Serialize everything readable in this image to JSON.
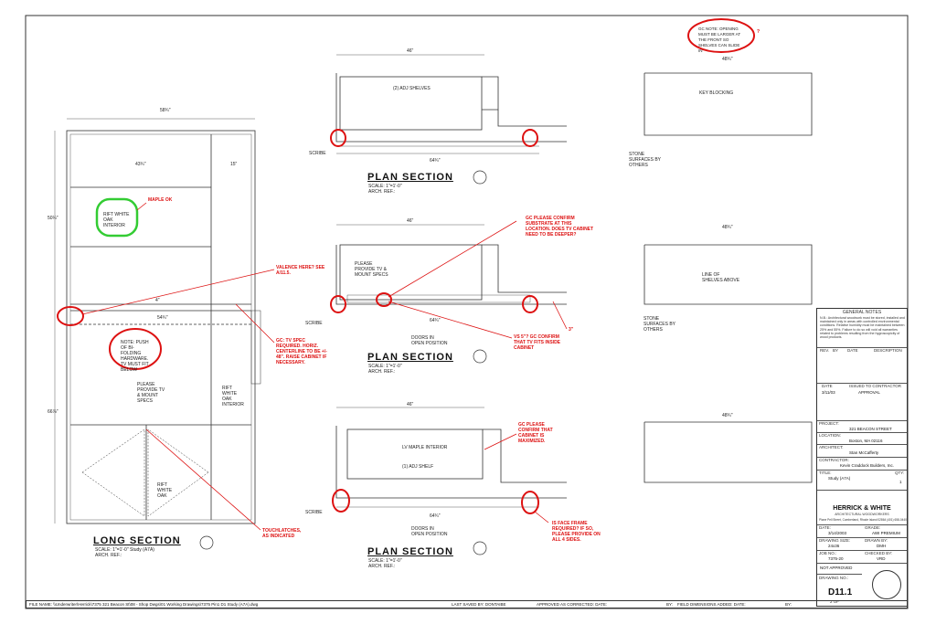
{
  "long_section": {
    "title": "LONG SECTION",
    "scale": "SCALE: 1\"=1'-0\" Study (A7A)",
    "arch_ref": "ARCH. REF.:",
    "dim_top": "58¾\"",
    "dim_left_upper": "50¼\"",
    "dim_left_lower": "66⅞\"",
    "dim_shelf": "43¾\"",
    "dim_right": "15\"",
    "dim_mid": "54¾\"",
    "dim_small": "4\"",
    "note_rift_upper": "RIFT WHITE OAK INTERIOR",
    "note_push": "NOTE: PUSH OF BI-FOLDING HARDWARE. TV MUST FIT BELOW",
    "note_provide": "PLEASE PROVIDE TV & MOUNT SPECS",
    "note_rift_right": "RIFT WHITE OAK INTERIOR",
    "note_rift_bottom": "RIFT WHITE OAK"
  },
  "plan_sections": [
    {
      "title": "PLAN SECTION",
      "scale": "SCALE: 1\"=1'-0\"",
      "arch_ref": "ARCH. REF.:",
      "note": "(2) ADJ SHELVES",
      "note_right1": "KEY BLOCKING",
      "note_right2": "STONE SURFACES BY OTHERS",
      "scribe": "SCRIBE",
      "dim_width": "46\"",
      "dim_total": "64¾\"",
      "dim_right": "48¾\""
    },
    {
      "title": "PLAN SECTION",
      "scale": "SCALE: 1\"=1'-0\"",
      "arch_ref": "ARCH. REF.:",
      "note": "PLEASE PROVIDE TV & MOUNT SPECS",
      "note_doors": "DOORS IN OPEN POSITION",
      "note_right1": "LINE OF SHELVES ABOVE",
      "note_right2": "STONE SURFACES BY OTHERS",
      "scribe": "SCRIBE",
      "dim_width": "46\"",
      "dim_total": "64¾\"",
      "dim_right": "48¾\""
    },
    {
      "title": "PLAN SECTION",
      "scale": "SCALE: 1\"=1'-0\"",
      "arch_ref": "ARCH. REF.:",
      "note": "LV MAPLE INTERIOR",
      "note2": "(1) ADJ SHELF",
      "note_doors": "DOORS IN OPEN POSITION",
      "scribe": "SCRIBE",
      "dim_width": "46\"",
      "dim_total": "64¾\"",
      "dim_right": "48¾\""
    }
  ],
  "annotations": {
    "maple_ok": "MAPLE OK",
    "gc_note_top": "GC NOTE: OPENING MUST BE LARGER AT THE FRONT SO SHELVES CAN SLIDE IN",
    "question": "?",
    "valence": "VALENCE HERE? SEE A/11.5.",
    "gc_tv_spec": "GC: TV SPEC REQUIRED. HORIZ. CENTERLINE TO BE +/- 48\". RAISE CABINET IF NECESSARY.",
    "gc_confirm_substrate": "GC PLEASE CONFIRM SUBSTRATE AT THIS LOCATION. DOES TV CABINET NEED TO BE DEEPER?",
    "gc_confirm_tv": "VS 5\"? GC CONFIRM THAT TV FITS INSIDE CABINET",
    "three_inch": "3\"",
    "gc_maximized": "GC PLEASE CONFIRM THAT CABINET IS MAXIMIZED.",
    "face_frame": "IS FACE FRAME REQUIRED? IF SO, PLEASE PROVIDE ON ALL 4 SIDES.",
    "touchlatches": "TOUCHLATCHES, AS INDICATED"
  },
  "title_block": {
    "general_notes_title": "GENERAL NOTES",
    "general_notes_text": "N.B.: Architectural woodwork must be stored, installed and maintained only in areas with controlled environmental conditions. Relative humidity must be maintained between 25% and 55%. Failure to do so will void all warranties related to problems resulting from the hygroscopicity of wood products.",
    "rev_headers": [
      "REV.",
      "BY",
      "DATE",
      "DESCRIPTION"
    ],
    "issued_date_label": "DATE",
    "issued_label": "ISSUED TO CONTRACTOR",
    "issued_date": "3/11/03",
    "issued_value": "APPROVAL",
    "project_label": "PROJECT:",
    "project": "321 BEACON STREET",
    "location_label": "LOCATION:",
    "location": "Boston, MA 02116",
    "architect_label": "ARCHITECT:",
    "architect": "Stan McCafferty",
    "contractor_label": "CONTRACTOR:",
    "contractor": "Kevin Craddock Builders, Inc.",
    "title_label": "TITLE:",
    "title": "Study (A7A)",
    "qty_label": "QTY:",
    "qty": "1",
    "company": "HERRICK & WHITE",
    "company_sub": "ARCHITECTURAL WOODWORKERS",
    "company_addr": "Plane Pell Street, Cumberland, Rhode Island 02864 (401) 658-0440",
    "date_label": "DATE:",
    "date": "3/14/2003",
    "grade_label": "GRADE:",
    "grade": "AWI PREMIUM",
    "drawing_size_label": "DRAWING SIZE:",
    "drawing_size": "24x36",
    "drawn_by_label": "DRAWN BY:",
    "drawn_by": "DMH",
    "job_label": "JOB NO.:",
    "job": "7375-20",
    "checked_label": "CHECKED BY:",
    "checked": "VRD",
    "status": "NOT APPROVED",
    "drawing_no_label": "DRAWING NO.:",
    "drawing_no": "D11.1",
    "sheet_of": "2 OF"
  },
  "bottom_bar": {
    "file_name": "FILE NAME: \\\\Underwriter\\Herrick\\7375 321 Beacon St\\08 - Shop Dwgs\\01 Working Drawings\\7375 Pin1 D1 Study (A7A).dwg",
    "last_saved": "LAST SAVED BY: DONTAIBE",
    "approved": "APPROVED AS CORRECTED: DATE:",
    "by1": "BY:",
    "field_dims": "FIELD DIMENSIONS ADDED: DATE:",
    "by2": "BY:"
  }
}
